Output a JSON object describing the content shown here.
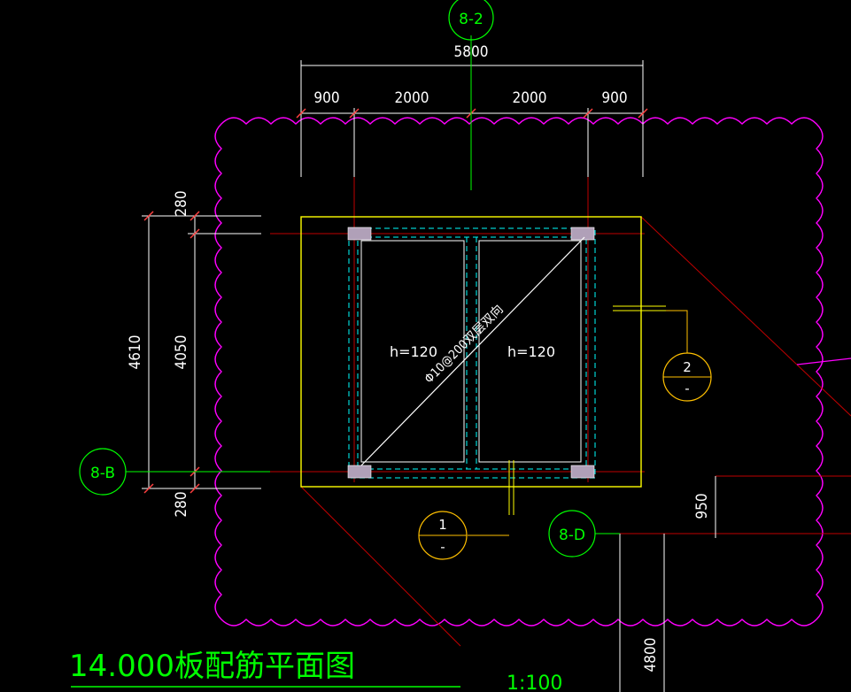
{
  "drawing": {
    "title": "14.000板配筋平面图",
    "scale": "1:100"
  },
  "axes": {
    "top": "8-2",
    "left": "8-B",
    "right": "8-D"
  },
  "dimensions": {
    "overall_width": "5800",
    "top_segments": [
      "900",
      "2000",
      "2000",
      "900"
    ],
    "overall_height": "4610",
    "inner_height": "4050",
    "top_offset": "280",
    "bottom_offset": "280",
    "right_offset": "950",
    "lower_right": "4800"
  },
  "slabs": [
    {
      "thickness": "h=120"
    },
    {
      "thickness": "h=120"
    }
  ],
  "rebar_note": "Φ10@200双层双向",
  "section_marks": [
    {
      "number": "1",
      "sheet": "-"
    },
    {
      "number": "2",
      "sheet": "-"
    }
  ],
  "colors": {
    "background": "#000000",
    "axis": "#00ff00",
    "cloud": "#ff00ff",
    "slab_outline": "#ffff00",
    "beam": "#00ffff",
    "grid_line": "#c00000",
    "section_circle": "#ffc000",
    "column": "#b0a0b8"
  }
}
